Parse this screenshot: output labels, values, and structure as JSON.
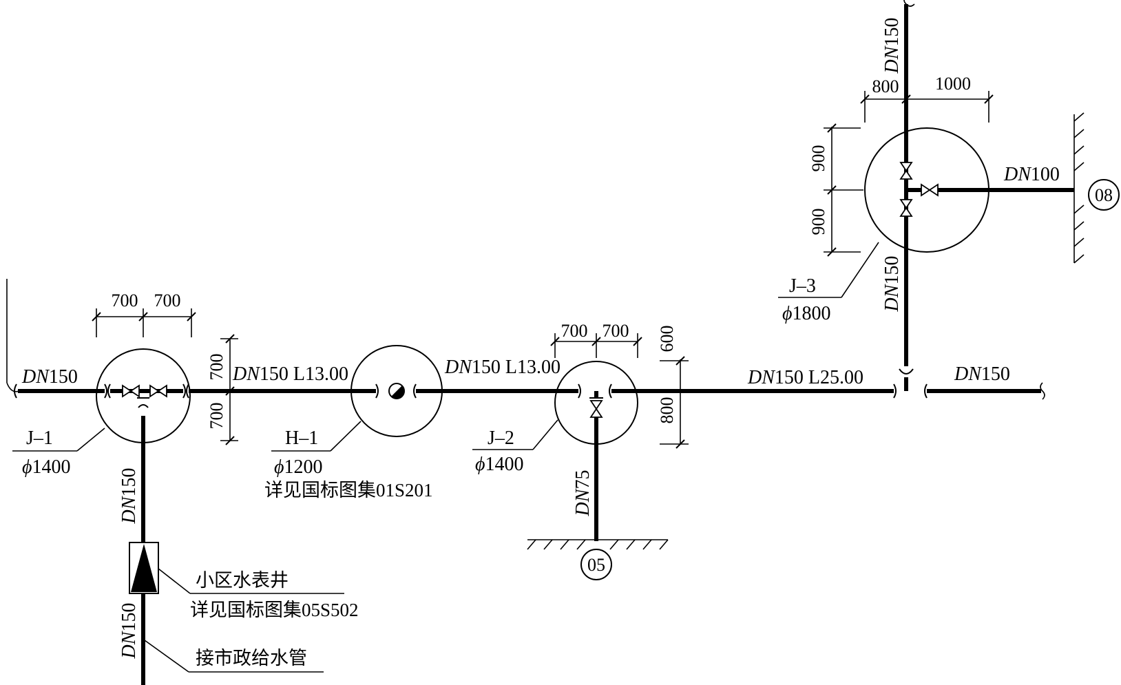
{
  "wells": {
    "j1": {
      "code": "J–1",
      "diameter_prefix": "ϕ",
      "diameter": "1400"
    },
    "h1": {
      "code": "H–1",
      "diameter_prefix": "ϕ",
      "diameter": "1200",
      "note": "详见国标图集01S201"
    },
    "j2": {
      "code": "J–2",
      "diameter_prefix": "ϕ",
      "diameter": "1400"
    },
    "j3": {
      "code": "J–3",
      "diameter_prefix": "ϕ",
      "diameter": "1800"
    }
  },
  "pipes": {
    "prefix": "DN",
    "main_left": {
      "size": "150"
    },
    "seg_j1_h1": {
      "size": "150",
      "length": " L13.00"
    },
    "seg_h1_j2": {
      "size": "150",
      "length": " L13.00"
    },
    "seg_j2_tee": {
      "size": "150",
      "length": " L25.00"
    },
    "main_right": {
      "size": "150"
    },
    "branch_j1_down_upper": {
      "size": "150"
    },
    "branch_j1_down_lower": {
      "size": "150"
    },
    "branch_j2_down": {
      "size": "75"
    },
    "branch_j3_up": {
      "size": "150"
    },
    "branch_j3_down": {
      "size": "150"
    },
    "branch_j3_right": {
      "size": "100"
    }
  },
  "dimensions": {
    "j1_left": "700",
    "j1_right": "700",
    "j1_upper": "700",
    "j1_lower": "700",
    "j2_left": "700",
    "j2_right": "700",
    "j2_upper": "600",
    "j2_lower": "800",
    "j3_left": "800",
    "j3_right": "1000",
    "j3_upper": "900",
    "j3_lower": "900"
  },
  "buildings": {
    "b05": "05",
    "b08": "08"
  },
  "annotations": {
    "meter_well": "小区水表井",
    "meter_well_note": "详见国标图集05S502",
    "municipal": "接市政给水管"
  }
}
